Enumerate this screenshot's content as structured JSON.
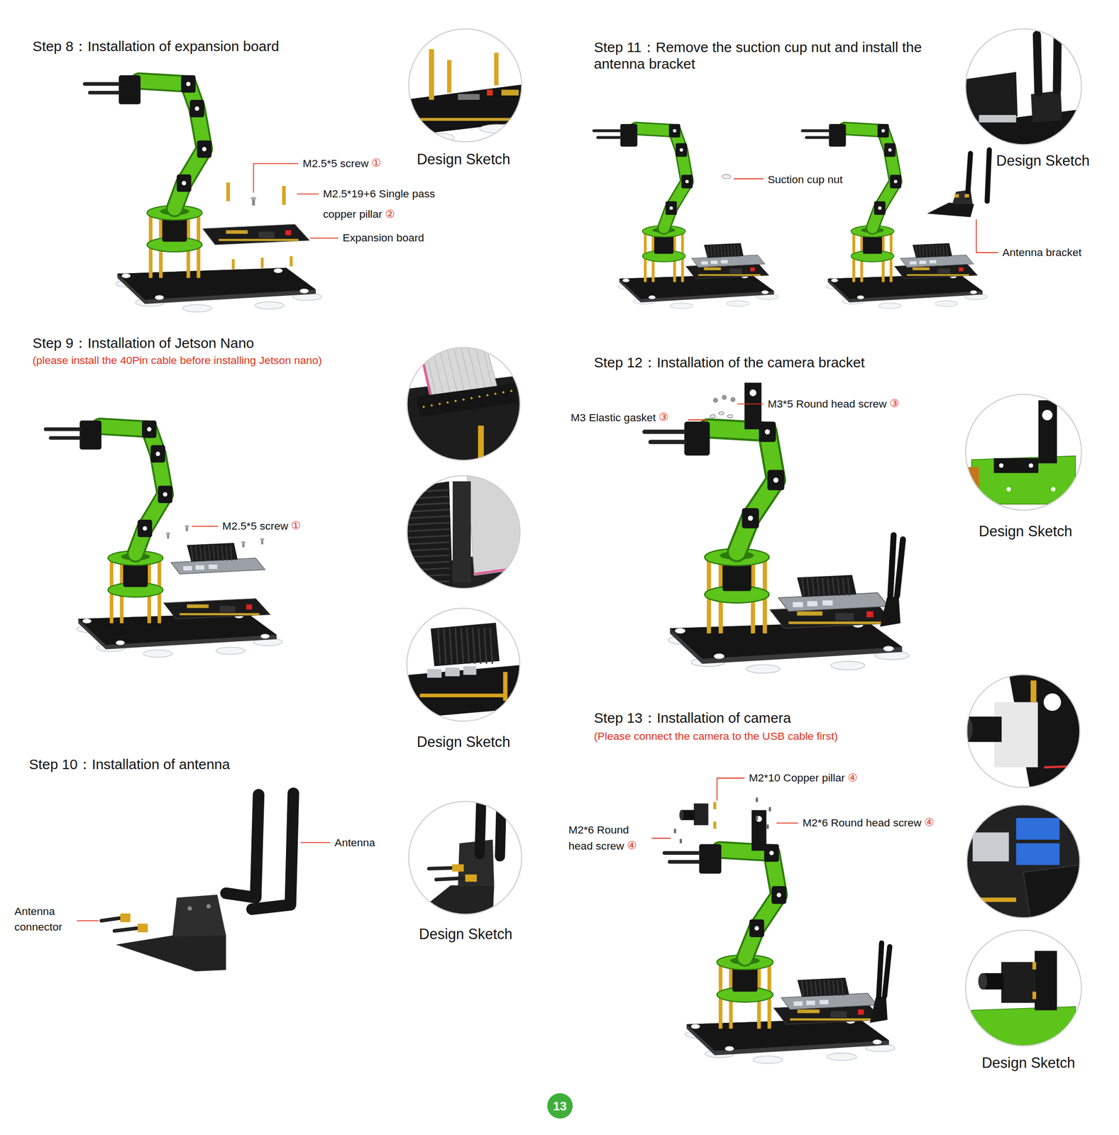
{
  "diagram": {
    "nodes": [
      {
        "text": [
          "Design Sketch"
        ]
      },
      {
        "text": [
          "Design Sketch"
        ]
      },
      {
        "text": [
          "Design Sketch"
        ]
      },
      {
        "text": [
          "Design Sketch"
        ]
      },
      {
        "text": [
          "Design Sketch"
        ]
      },
      {
        "text": [
          "Design Sketch"
        ]
      },
      {
        "text": [
          "13"
        ]
      }
    ],
    "labels": [
      "Step 8：Installation of expansion board",
      "M2.5*5 screw",
      "①",
      "M2.5*19+6 Single pass copper pillar",
      "②",
      "Expansion board",
      "Step 9：Installation of Jetson Nano",
      "(please install the 40Pin cable before installing Jetson nano)",
      "M2.5*5 screw",
      "①",
      "Step 10：Installation of antenna",
      "Antenna",
      "Antenna connector",
      "Step 11：Remove the suction cup nut and install the antenna bracket",
      "Suction cup nut",
      "Antenna bracket",
      "Step 12：Installation of the camera bracket",
      "M3*5 Round head screw",
      "③",
      "M3 Elastic gasket",
      "③",
      "Step 13：Installation of camera",
      "(Please connect the camera to the USB cable first)",
      "M2*10 Copper pillar",
      "④",
      "M2*6 Round head screw",
      "④",
      "M2*6 Round head screw",
      "④"
    ]
  }
}
